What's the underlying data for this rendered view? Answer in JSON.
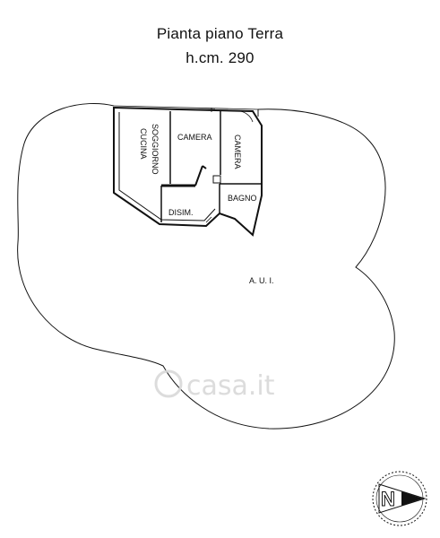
{
  "header": {
    "title": "Pianta piano Terra",
    "subtitle": "h.cm. 290"
  },
  "rooms": {
    "soggiorno": "SOGGIORNO",
    "cucina": "CUCINA",
    "camera_1": "CAMERA",
    "camera_2": "CAMERA",
    "bagno": "BAGNO",
    "disimpegno": "DISIM.",
    "aui": "A. U. I."
  },
  "watermark": "casa.it",
  "compass": {
    "letter": "N"
  }
}
